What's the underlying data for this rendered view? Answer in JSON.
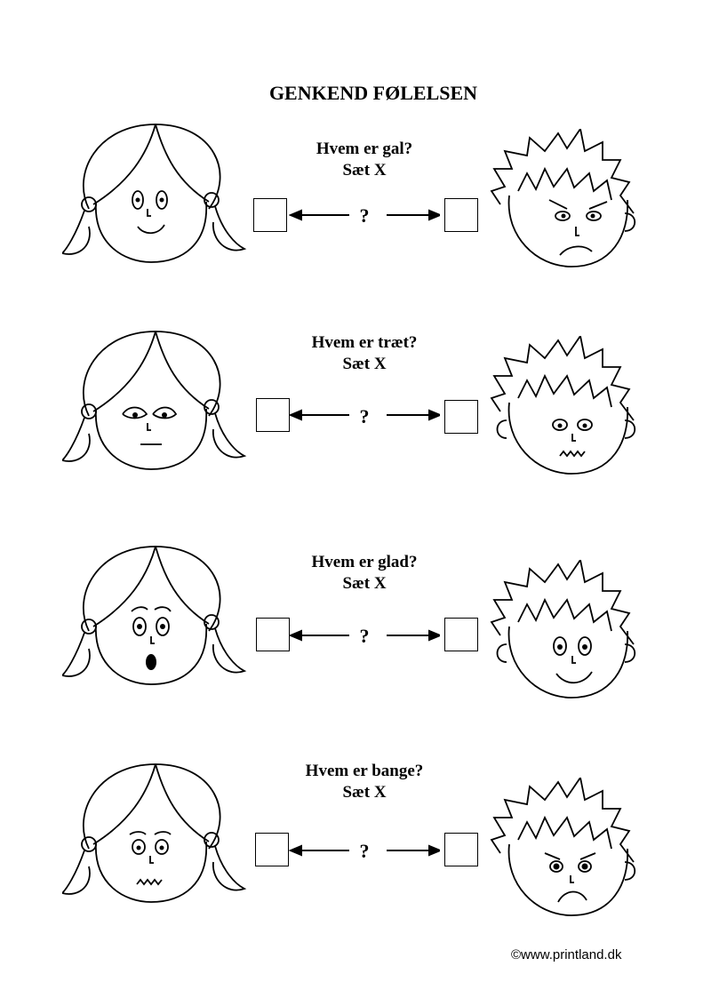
{
  "title": "GENKEND FØLELSEN",
  "rows": [
    {
      "question": "Hvem er gal?",
      "instruction": "Sæt  X",
      "between": "?",
      "girl_expression": "happy",
      "boy_expression": "angry"
    },
    {
      "question": "Hvem er træt?",
      "instruction": "Sæt  X",
      "between": "?",
      "girl_expression": "tired",
      "boy_expression": "scared"
    },
    {
      "question": "Hvem er glad?",
      "instruction": "Sæt  X",
      "between": "?",
      "girl_expression": "surprised",
      "boy_expression": "happy"
    },
    {
      "question": "Hvem er bange?",
      "instruction": "Sæt  X",
      "between": "?",
      "girl_expression": "scared",
      "boy_expression": "angry"
    }
  ],
  "footer": "©www.printland.dk",
  "colors": {
    "ink": "#000000",
    "paper": "#ffffff"
  }
}
